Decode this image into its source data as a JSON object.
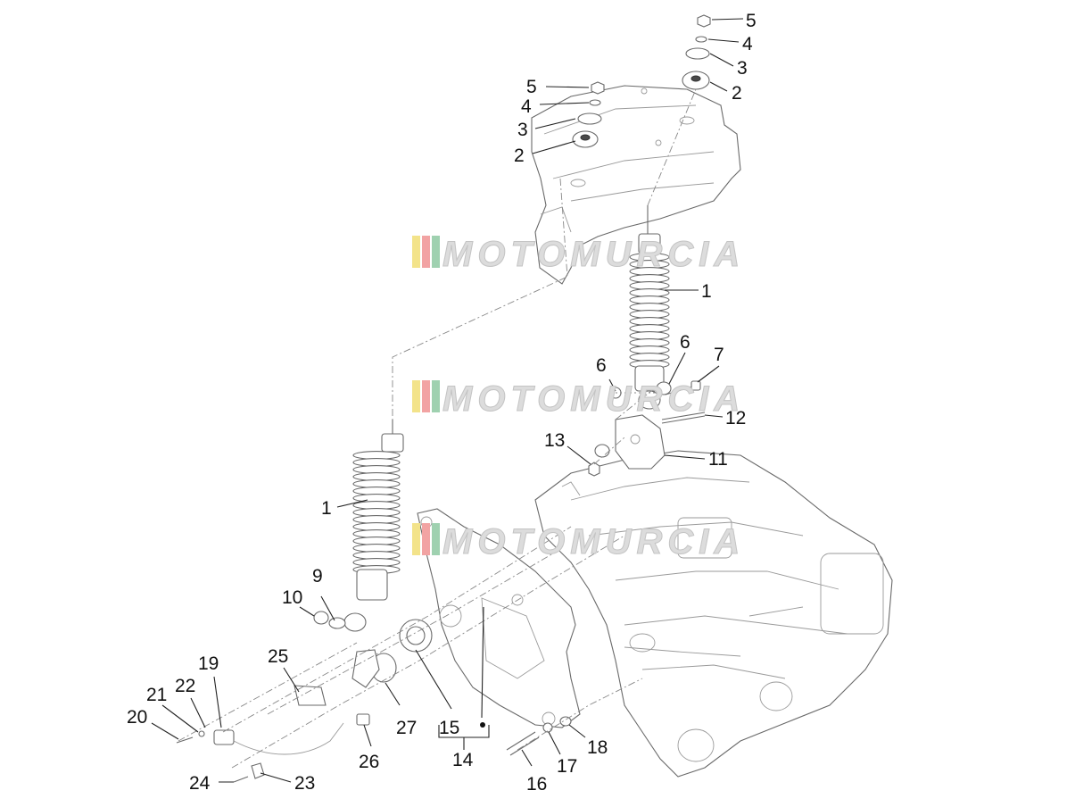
{
  "watermark": {
    "text": "MOTOMURCIA",
    "bar_colors": [
      "#f3e38a",
      "#f2a3a3",
      "#9fd1b0"
    ]
  },
  "callouts": [
    {
      "id": "c5a",
      "label": "5"
    },
    {
      "id": "c4a",
      "label": "4"
    },
    {
      "id": "c3a",
      "label": "3"
    },
    {
      "id": "c2a",
      "label": "2"
    },
    {
      "id": "c5b",
      "label": "5"
    },
    {
      "id": "c4b",
      "label": "4"
    },
    {
      "id": "c3b",
      "label": "3"
    },
    {
      "id": "c2b",
      "label": "2"
    },
    {
      "id": "c1a",
      "label": "1"
    },
    {
      "id": "c6a",
      "label": "6"
    },
    {
      "id": "c6b",
      "label": "6"
    },
    {
      "id": "c7",
      "label": "7"
    },
    {
      "id": "c12",
      "label": "12"
    },
    {
      "id": "c13",
      "label": "13"
    },
    {
      "id": "c11",
      "label": "11"
    },
    {
      "id": "c1b",
      "label": "1"
    },
    {
      "id": "c9",
      "label": "9"
    },
    {
      "id": "c10",
      "label": "10"
    },
    {
      "id": "c25",
      "label": "25"
    },
    {
      "id": "c19",
      "label": "19"
    },
    {
      "id": "c21",
      "label": "21"
    },
    {
      "id": "c22",
      "label": "22"
    },
    {
      "id": "c20",
      "label": "20"
    },
    {
      "id": "c27",
      "label": "27"
    },
    {
      "id": "c15",
      "label": "15"
    },
    {
      "id": "c14",
      "label": "14"
    },
    {
      "id": "c26",
      "label": "26"
    },
    {
      "id": "c18",
      "label": "18"
    },
    {
      "id": "c17",
      "label": "17"
    },
    {
      "id": "c16",
      "label": "16"
    },
    {
      "id": "c24",
      "label": "24"
    },
    {
      "id": "c23",
      "label": "23"
    }
  ]
}
